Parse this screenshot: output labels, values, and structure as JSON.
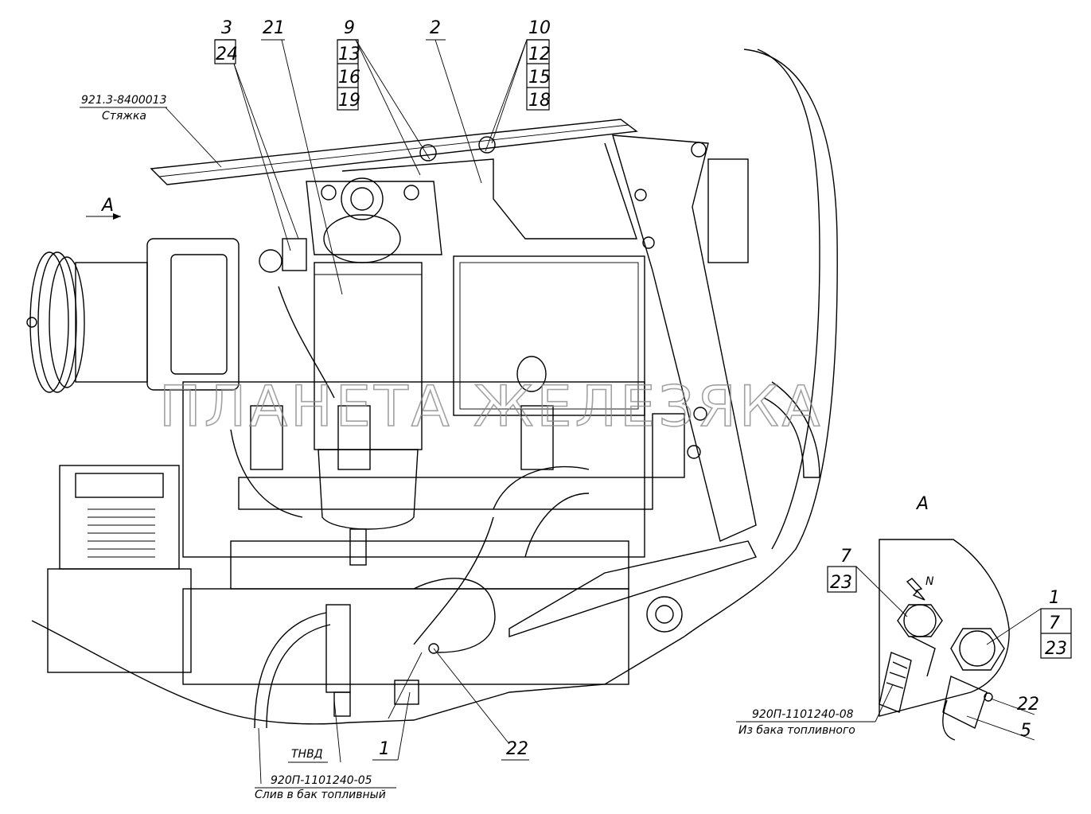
{
  "callouts_top": {
    "c3": "3",
    "c24": "24",
    "c21": "21",
    "c9": "9",
    "c13": "13",
    "c16": "16",
    "c19": "19",
    "c2": "2",
    "c10": "10",
    "c12": "12",
    "c15": "15",
    "c18": "18"
  },
  "callouts_bottom": {
    "c1": "1",
    "c22": "22"
  },
  "tie": {
    "part_no": "921.3-8400013",
    "name": "Стяжка"
  },
  "view_arrow": "A",
  "watermark": "ПЛАНЕТА ЖЕЛЕЗЯКА",
  "hose_drain": {
    "part_no": "920П-1101240-05",
    "desc": "Слив в бак топливный"
  },
  "pump": "ТНВД",
  "view_a": {
    "title": "A",
    "left_stack": [
      "7",
      "23"
    ],
    "right_stack": [
      "1",
      "7",
      "23"
    ],
    "c22": "22",
    "c5": "5",
    "dir_mark": "N",
    "hose_in": {
      "part_no": "920П-1101240-08",
      "desc": "Из бака топливного"
    }
  }
}
